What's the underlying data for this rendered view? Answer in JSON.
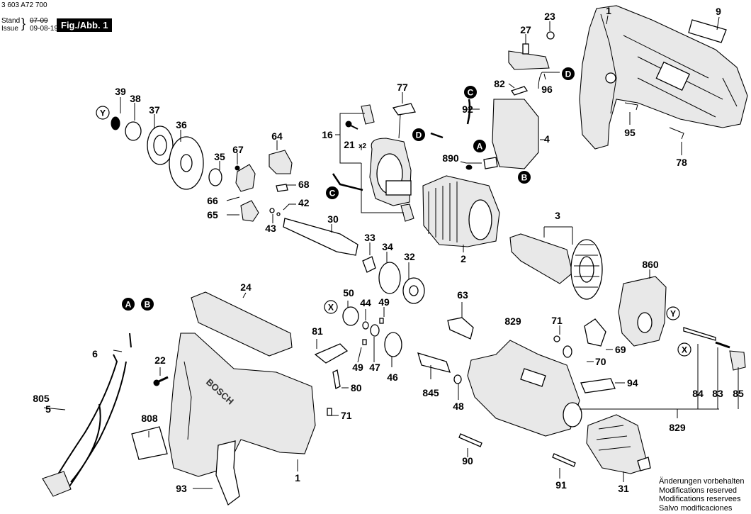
{
  "header": {
    "part_number": "3 603 A72 700",
    "stand_label": "Stand",
    "issue_label": "Issue",
    "old_date": "07-09",
    "new_date": "09-08-19",
    "figure_label": "Fig./Abb. 1"
  },
  "brand_marking": "BOSCH",
  "notes": [
    "Änderungen vorbehalten",
    "Modifications reserved",
    "Modifications reservees",
    "Salvo modificaciones"
  ],
  "connectors": {
    "A": "A",
    "B": "B",
    "C": "C",
    "D": "D",
    "X": "X",
    "Y": "Y"
  },
  "part_labels": {
    "p1_top": "1",
    "p9": "9",
    "p23": "23",
    "p27": "27",
    "p82": "82",
    "p96": "96",
    "p92": "92",
    "p4": "4",
    "p890": "890",
    "p95": "95",
    "p78": "78",
    "p77": "77",
    "p16": "16",
    "p21": "21",
    "p21_qty": "x2",
    "p39": "39",
    "p38": "38",
    "p37": "37",
    "p36": "36",
    "p35": "35",
    "p67": "67",
    "p64": "64",
    "p68": "68",
    "p66": "66",
    "p65": "65",
    "p42": "42",
    "p43": "43",
    "p30": "30",
    "p33": "33",
    "p34": "34",
    "p32": "32",
    "p2": "2",
    "p3": "3",
    "p860": "860",
    "p24": "24",
    "p6": "6",
    "p805": "805",
    "p5": "5",
    "p22": "22",
    "p808": "808",
    "p1_bottom": "1",
    "p93": "93",
    "p81": "81",
    "p80": "80",
    "p71_left": "71",
    "p50": "50",
    "p44": "44",
    "p49_top": "49",
    "p49_bottom": "49",
    "p47": "47",
    "p46": "46",
    "p845": "845",
    "p48": "48",
    "p63": "63",
    "p829_top": "829",
    "p71_right": "71",
    "p69": "69",
    "p70": "70",
    "p94": "94",
    "p84": "84",
    "p83": "83",
    "p85": "85",
    "p829_bottom": "829",
    "p90": "90",
    "p91": "91",
    "p31": "31"
  }
}
